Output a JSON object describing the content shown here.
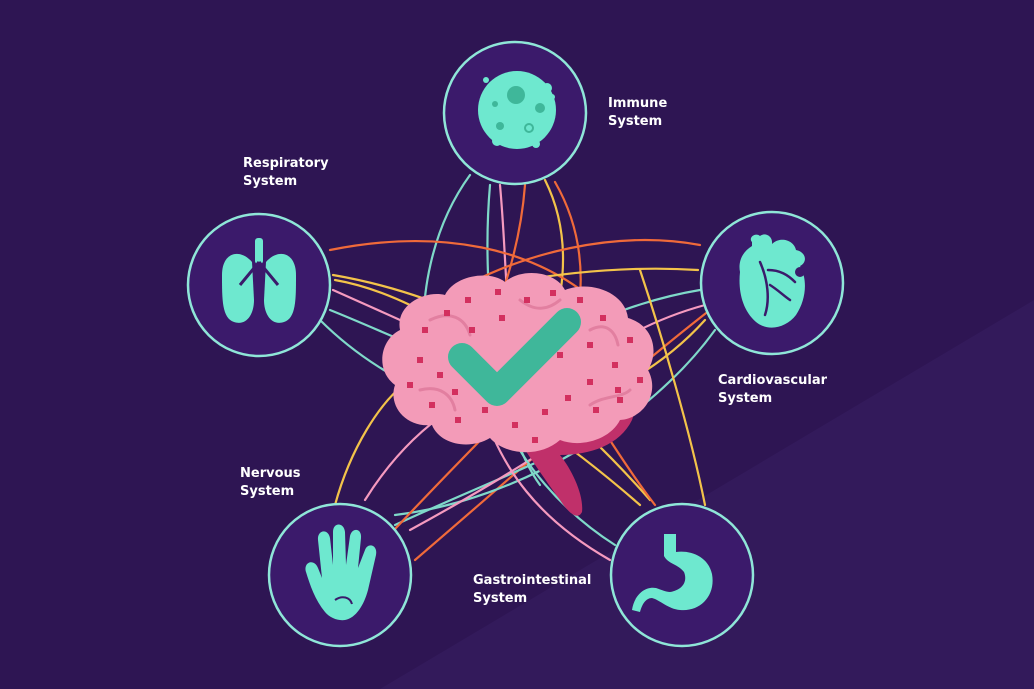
{
  "colors": {
    "background": "#2e1553",
    "background_band": "#331a5b",
    "node_fill": "#3b1a6b",
    "node_ring": "#8fe6d8",
    "organ": "#6ee8cf",
    "brain": "#f39bb8",
    "brain_dark": "#c0306a",
    "check": "#3fb79a",
    "conn_teal": "#7fd9c9",
    "conn_orange": "#f06a3a",
    "conn_pink": "#f59abf",
    "conn_yellow": "#f3c34a",
    "text": "#ffffff"
  },
  "center": {
    "name": "brain",
    "icon": "brain-with-checkmark-icon"
  },
  "nodes": [
    {
      "id": "immune",
      "icon": "virus-cell-icon",
      "label_line1": "Immune",
      "label_line2": "System"
    },
    {
      "id": "respiratory",
      "icon": "lungs-icon",
      "label_line1": "Respiratory",
      "label_line2": "System"
    },
    {
      "id": "cardiovascular",
      "icon": "heart-icon",
      "label_line1": "Cardiovascular",
      "label_line2": "System"
    },
    {
      "id": "nervous",
      "icon": "hand-icon",
      "label_line1": "Nervous",
      "label_line2": "System"
    },
    {
      "id": "gastrointestinal",
      "icon": "stomach-icon",
      "label_line1": "Gastrointestinal",
      "label_line2": "System"
    }
  ]
}
